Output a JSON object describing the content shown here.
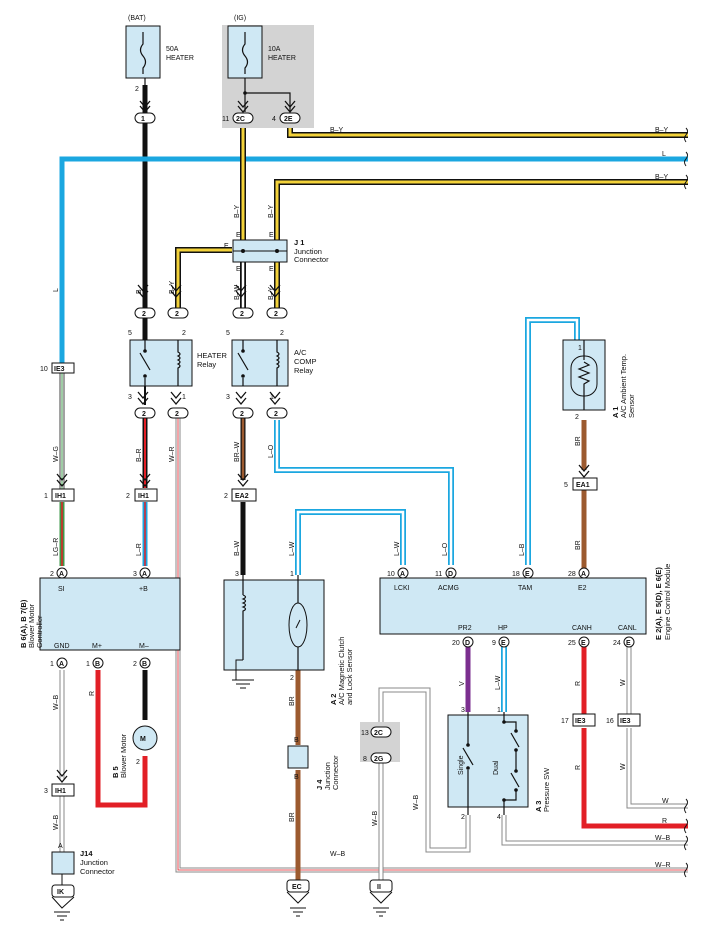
{
  "colors": {
    "box_fill": "#cfe8f4",
    "ig_shade": "#d3d3d3",
    "black": "#111111",
    "blue": "#1ba7e0",
    "yellow": "#f3d23a",
    "brown": "#9c5a2f",
    "red": "#e21f26",
    "purple": "#7b2f8f",
    "green": "#3f9a4b",
    "white_wire": "#ffffff"
  },
  "power": {
    "bat": "(BAT)",
    "ig": "(IG)",
    "fuse_50a": "50A",
    "fuse_50a_name": "HEATER",
    "fuse_10a": "10A",
    "fuse_10a_name": "HEATER",
    "pin_bat": "2",
    "pin_ig_11": "11",
    "pin_ig_4": "4"
  },
  "connectors": {
    "c1": "1",
    "c2c": "2C",
    "c2e": "2E",
    "c2": "2",
    "ie3": "IE3",
    "ih1": "IH1",
    "ea2": "EA2",
    "ea1": "EA1",
    "a": "A",
    "b": "B",
    "d": "D",
    "e": "E",
    "c13": "2C",
    "c8": "2G",
    "ik": "IK",
    "ec": "EC",
    "ii": "II"
  },
  "wire_labels": {
    "by": "B–Y",
    "l": "L",
    "b": "B",
    "bw": "B–W",
    "lo": "L–O",
    "brw": "BR–W",
    "wg": "W–G",
    "br": "B–R",
    "wr": "W–R",
    "lgr": "LG–R",
    "lr": "L–R",
    "wb": "W–B",
    "r": "R",
    "lw": "L–W",
    "lb": "L–B",
    "brn": "BR",
    "v": "V",
    "w": "W",
    "e": "E"
  },
  "components": {
    "j1_id": "J 1",
    "j1_name": "Junction",
    "j1_name2": "Connector",
    "heater_relay": "HEATER",
    "heater_relay2": "Relay",
    "ac_comp": "A/C",
    "ac_comp2": "COMP",
    "ac_comp3": "Relay",
    "b6_id": "B 6(A), B 7(B)",
    "b6_name": "Blower Motor",
    "b6_name2": "Controller",
    "b6_si": "SI",
    "b6_pb": "+B",
    "b6_gnd": "GND",
    "b6_mp": "M+",
    "b6_mm": "M–",
    "b5_id": "B 5",
    "b5_name": "Blower Motor",
    "motor": "M",
    "a2_id": "A 2",
    "a2_name": "A/C Magnetic Clutch",
    "a2_name2": "and Lock Sensor",
    "a1_id": "A 1",
    "a1_name": "A/C Ambient Temp.",
    "a1_name2": "Sensor",
    "j4_id": "J 4",
    "j4_name": "Junction",
    "j4_name2": "Connector",
    "j14_id": "J14",
    "j14_name": "Junction",
    "j14_name2": "Connector",
    "ecm_id": "E 2(A), E 5(D), E 6(E)",
    "ecm_name": "Engine Control Module",
    "ecm_lcki": "LCKI",
    "ecm_acmg": "ACMG",
    "ecm_tam": "TAM",
    "ecm_e2": "E2",
    "ecm_pr2": "PR2",
    "ecm_hp": "HP",
    "ecm_canh": "CANH",
    "ecm_canl": "CANL",
    "a3_id": "A 3",
    "a3_name": "Pressure SW",
    "single": "Single",
    "dual": "Dual"
  },
  "pins": {
    "p1": "1",
    "p2": "2",
    "p3": "3",
    "p4": "4",
    "p5": "5",
    "p8": "8",
    "p9": "9",
    "p10": "10",
    "p11": "11",
    "p13": "13",
    "p16": "16",
    "p17": "17",
    "p18": "18",
    "p20": "20",
    "p24": "24",
    "p25": "25",
    "p28": "28"
  }
}
